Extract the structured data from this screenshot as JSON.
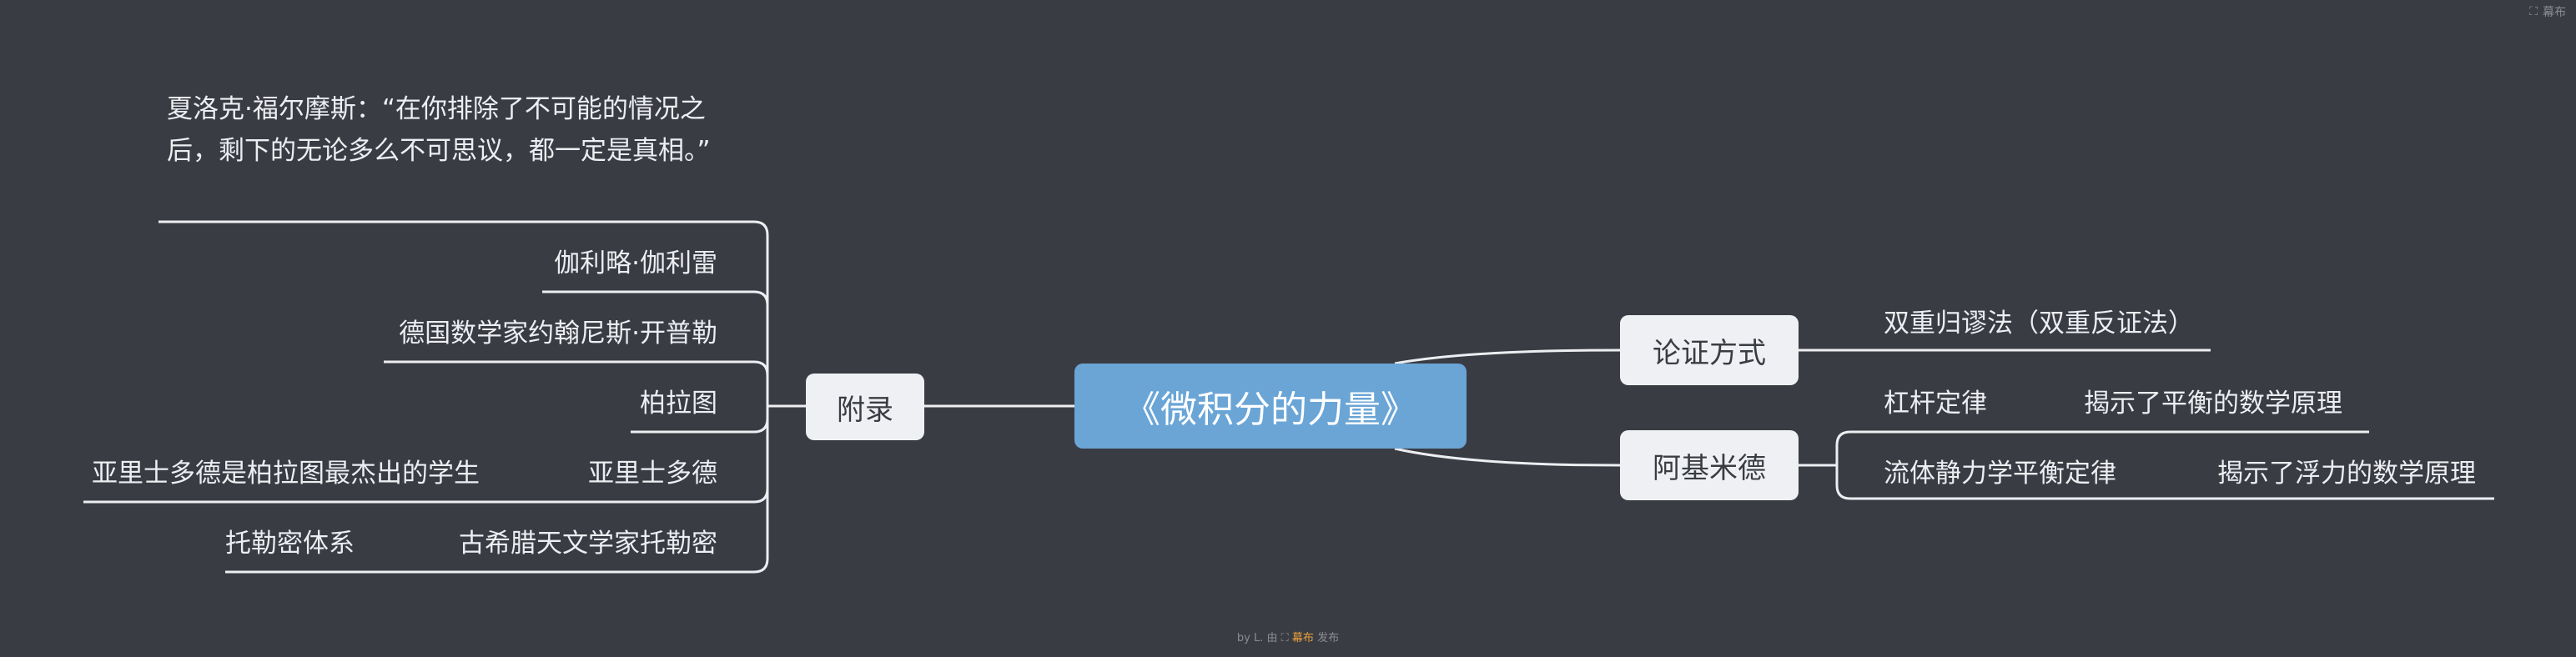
{
  "central": "《微积分的力量》",
  "left": {
    "main": "附录",
    "children": [
      {
        "label": "伽利略·伽利雷"
      },
      {
        "label": "德国数学家约翰尼斯·开普勒"
      },
      {
        "label": "柏拉图"
      },
      {
        "label": "亚里士多德",
        "sub": "亚里士多德是柏拉图最杰出的学生"
      },
      {
        "label": "古希腊天文学家托勒密",
        "sub": "托勒密体系"
      }
    ],
    "note": "夏洛克·福尔摩斯：“在你排除了不可能的情况之后，剩下的无论多么不可思议，都一定是真相。”"
  },
  "right": [
    {
      "label": "论证方式",
      "children": [
        {
          "label": "双重归谬法（双重反证法）"
        }
      ]
    },
    {
      "label": "阿基米德",
      "children": [
        {
          "label": "杠杆定律",
          "sub": "揭示了平衡的数学原理"
        },
        {
          "label": "流体静力学平衡定律",
          "sub": "揭示了浮力的数学原理"
        }
      ]
    }
  ],
  "brand": "幕布",
  "footer": {
    "prefix": "by L. 由",
    "brand": "幕布",
    "suffix": "发布"
  },
  "colors": {
    "background": "#3a3c43",
    "central": "#6aa5d6",
    "node": "#eef0f3",
    "line": "#eceef2",
    "accent": "#e8a23a"
  }
}
